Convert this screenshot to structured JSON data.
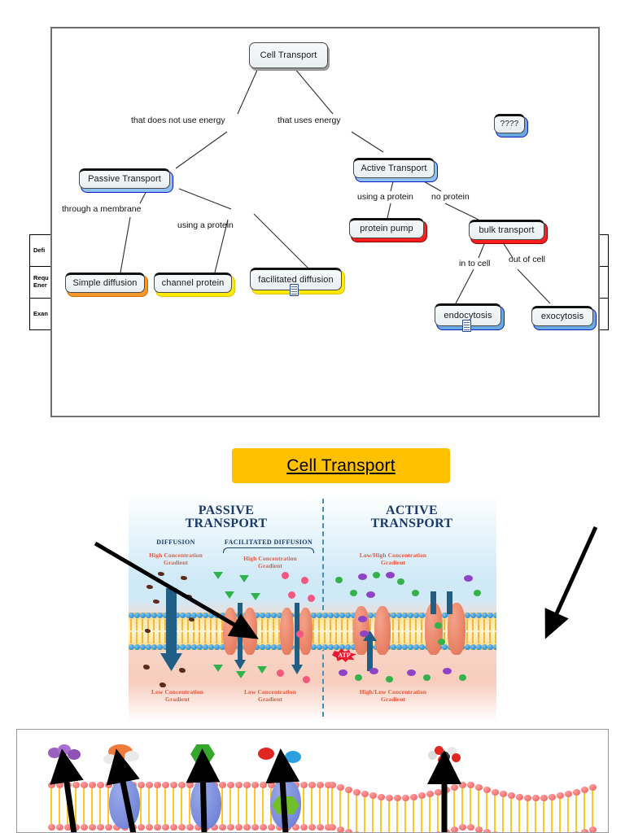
{
  "concept_map": {
    "panel_name": "cell-transport-concept-map",
    "nodes": [
      {
        "id": "cell_transport",
        "label": "Cell Transport"
      },
      {
        "id": "passive_transport",
        "label": "Passive Transport"
      },
      {
        "id": "active_transport",
        "label": "Active Transport"
      },
      {
        "id": "unknown",
        "label": "????"
      },
      {
        "id": "simple_diffusion",
        "label": "Simple diffusion"
      },
      {
        "id": "channel_protein",
        "label": "channel protein"
      },
      {
        "id": "facilitated_diffusion",
        "label": "facilitated diffusion"
      },
      {
        "id": "protein_pump",
        "label": "protein pump"
      },
      {
        "id": "bulk_transport",
        "label": "bulk transport"
      },
      {
        "id": "endocytosis",
        "label": "endocytosis"
      },
      {
        "id": "exocytosis",
        "label": "exocytosis"
      }
    ],
    "link_labels": [
      {
        "id": "no_energy",
        "label": "that does not use energy"
      },
      {
        "id": "uses_energy",
        "label": "that uses energy"
      },
      {
        "id": "through_membrane",
        "label": "through a membrane"
      },
      {
        "id": "using_protein_pas",
        "label": "using a protein"
      },
      {
        "id": "using_protein_act",
        "label": "using a protein"
      },
      {
        "id": "no_protein",
        "label": "no protein"
      },
      {
        "id": "in_to_cell",
        "label": "in to cell"
      },
      {
        "id": "out_of_cell",
        "label": "out of cell"
      }
    ]
  },
  "comparison_table": {
    "name": "transport-comparison-table",
    "rows": [
      {
        "label": "Defi"
      },
      {
        "label": "Requ\nEner"
      },
      {
        "label": "Exan"
      }
    ]
  },
  "banner": {
    "title": "Cell Transport",
    "background_color": "#ffc000",
    "text_color": "#000000"
  },
  "illustration": {
    "name": "passive-vs-active-transport-diagram",
    "passive": {
      "heading_line1": "PASSIVE",
      "heading_line2": "TRANSPORT",
      "columns": [
        {
          "sub_heading": "DIFFUSION",
          "top_label_line1": "High Concentration",
          "top_label_line2": "Gradient",
          "bottom_label_line1": "Low Concentration",
          "bottom_label_line2": "Gradient"
        },
        {
          "sub_heading": "FACILITATED DIFFUSION",
          "top_label_line1": "High Concentration",
          "top_label_line2": "Gradient",
          "bottom_label_line1": "Low Concentration",
          "bottom_label_line2": "Gradient"
        }
      ]
    },
    "active": {
      "heading_line1": "ACTIVE",
      "heading_line2": "TRANSPORT",
      "top_label_line1": "Low/High Concentration",
      "top_label_line2": "Gradient",
      "bottom_label_line1": "High/Low Concentration",
      "bottom_label_line2": "Gradient",
      "energy_badge": "ATP"
    },
    "colors": {
      "heading": "#1b3a6b",
      "gradient_label": "#e4593f",
      "membrane_head": "#2a8fd4",
      "membrane_tail": "#f3b93f",
      "channel_protein": "#e98368",
      "atp_badge": "#e8172c",
      "divider": "#3f8fc0"
    }
  },
  "bottom_image": {
    "name": "membrane-transport-molecules-diagram",
    "colors": {
      "head": "#f4716f",
      "tail": "#ffc725",
      "protein": "#7b8ddc"
    }
  }
}
